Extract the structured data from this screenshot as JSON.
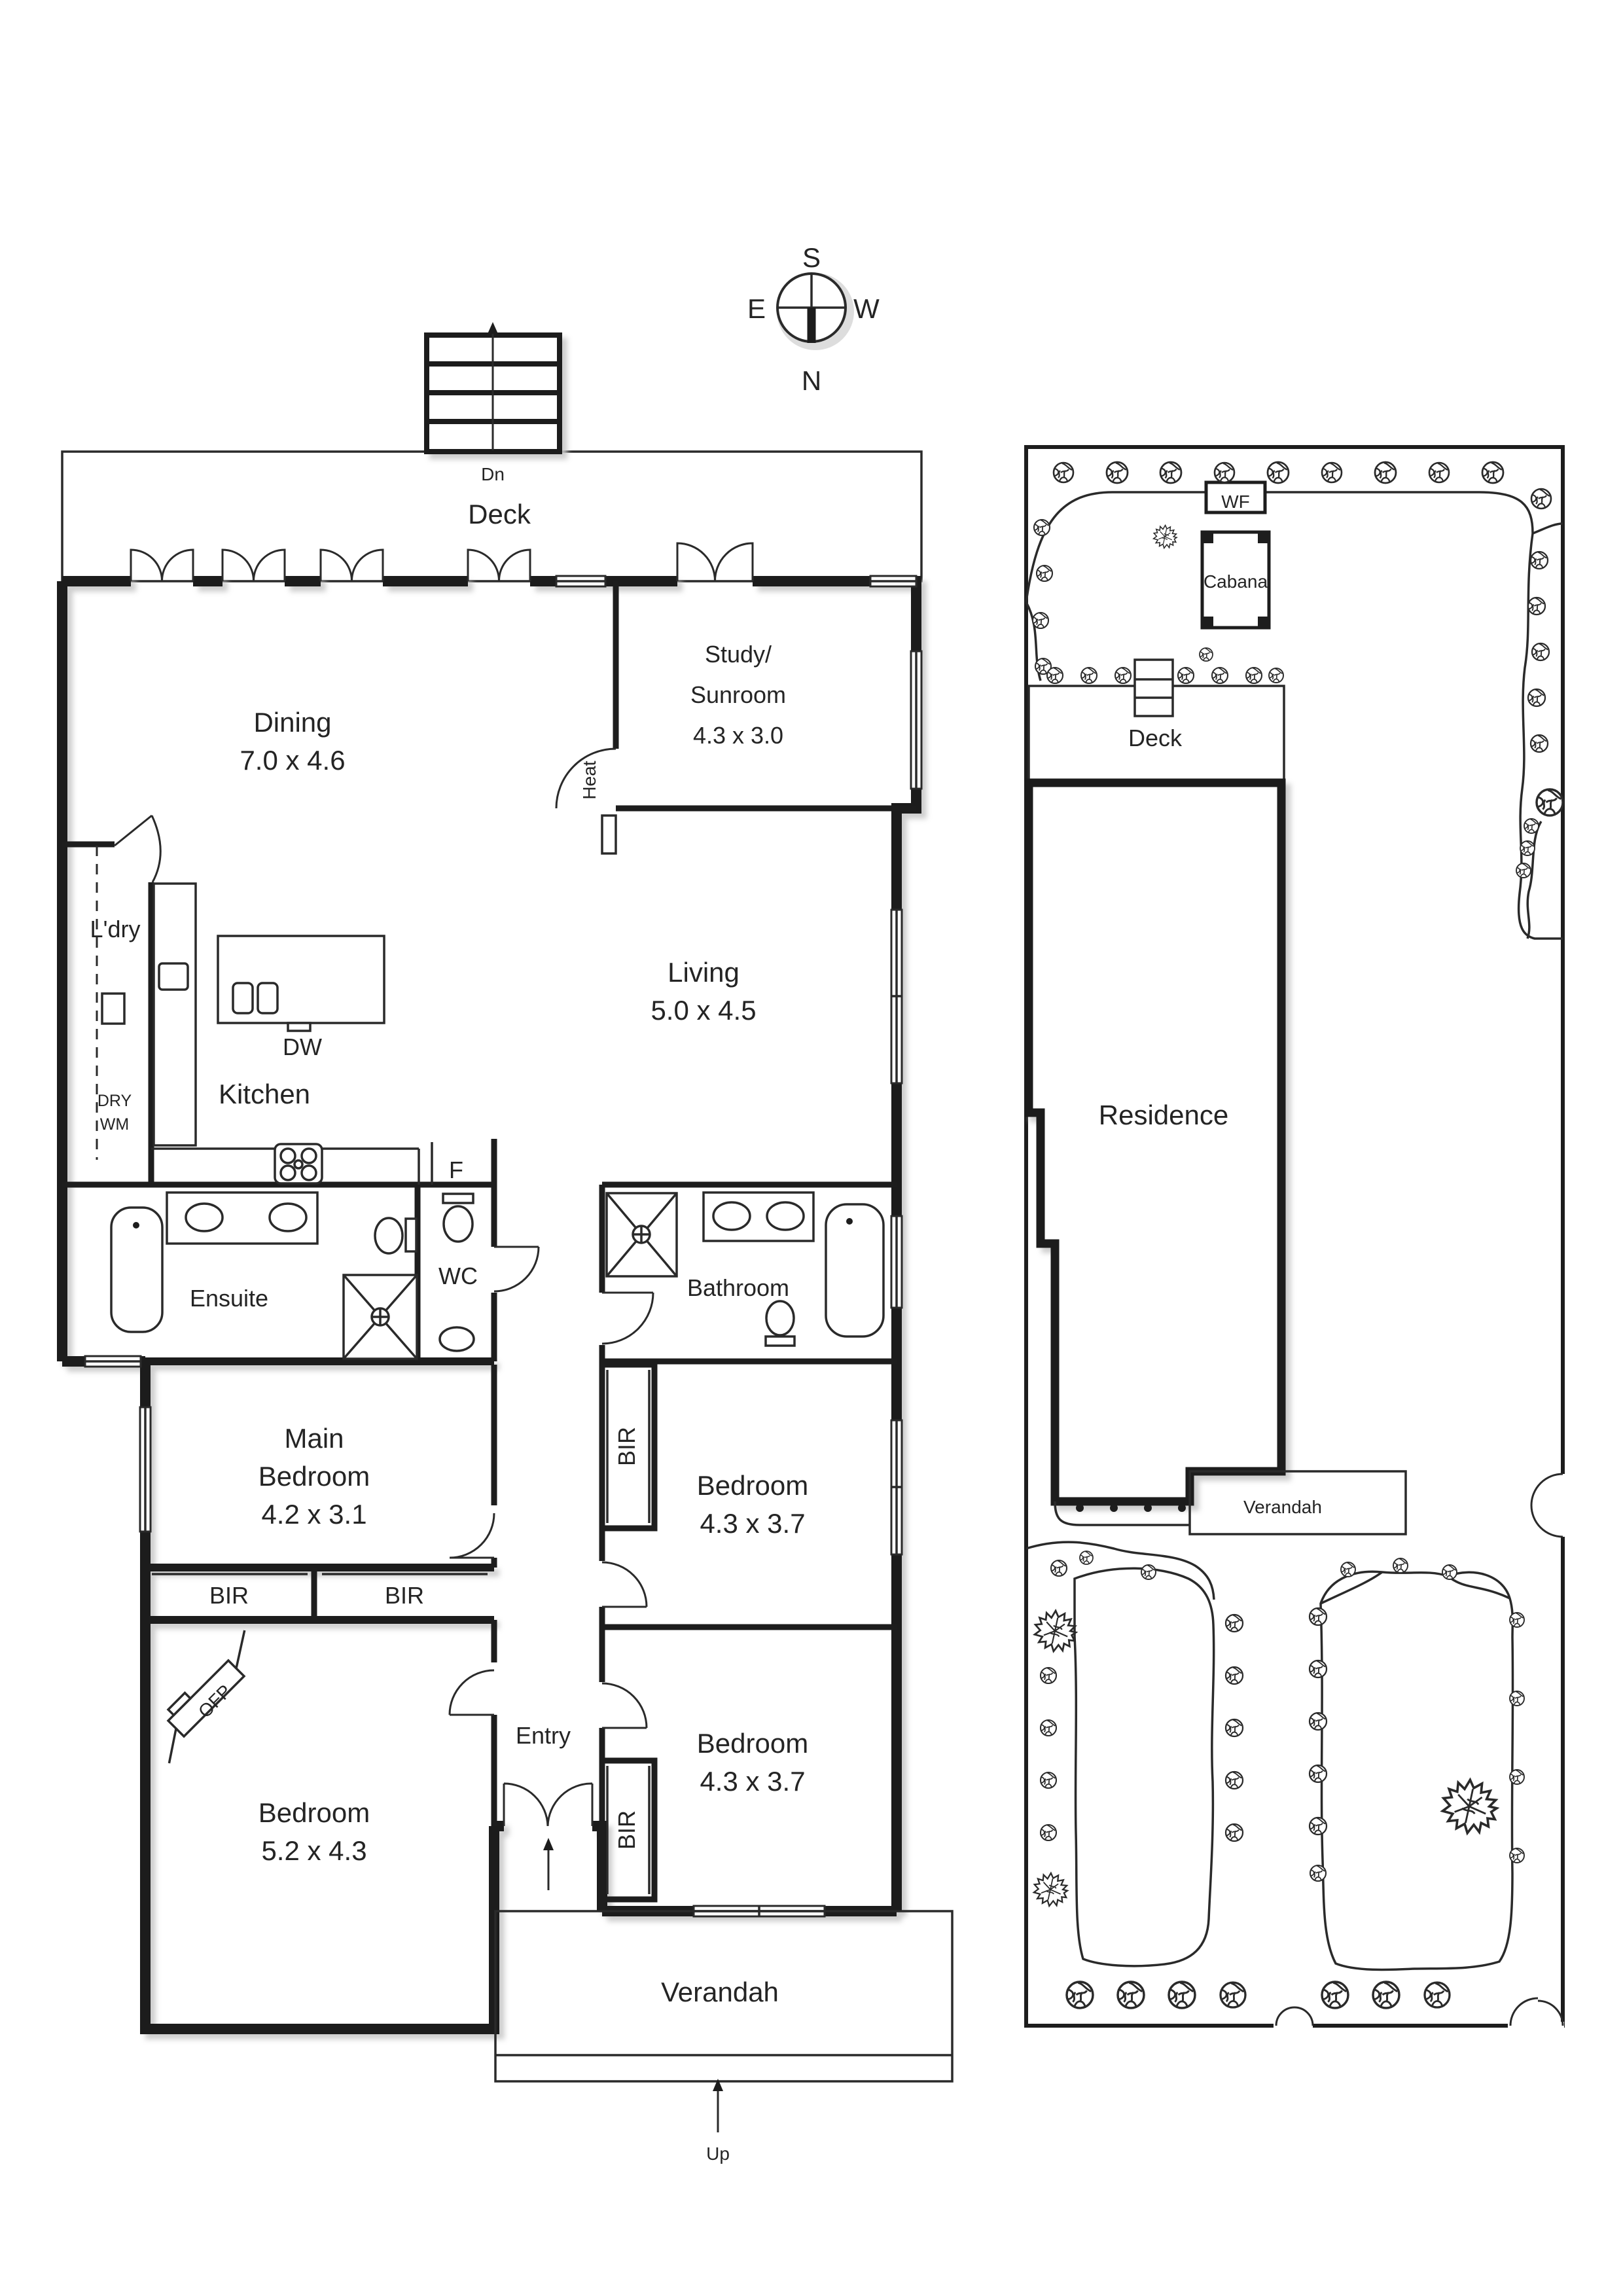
{
  "compass": {
    "top": "S",
    "right": "W",
    "bottom": "N",
    "left": "E"
  },
  "floor_plan": {
    "deck": {
      "label": "Deck",
      "stair_label": "Dn"
    },
    "dining": {
      "name": "Dining",
      "dims": "7.0 x 4.6"
    },
    "study": {
      "name_line1": "Study/",
      "name_line2": "Sunroom",
      "dims": "4.3 x 3.0"
    },
    "heater": "Heat",
    "living": {
      "name": "Living",
      "dims": "5.0 x 4.5"
    },
    "kitchen": {
      "name": "Kitchen",
      "dishwasher": "DW",
      "fridge": "F"
    },
    "laundry": {
      "name": "L'dry",
      "dryer": "DRY",
      "washer": "WM"
    },
    "ensuite": {
      "name": "Ensuite"
    },
    "wc": {
      "name": "WC"
    },
    "bathroom": {
      "name": "Bathroom"
    },
    "main_bedroom": {
      "line1": "Main",
      "line2": "Bedroom",
      "dims": "4.2 x 3.1"
    },
    "robe1": "BIR",
    "robe2": "BIR",
    "robe3": "BIR",
    "robe4": "BIR",
    "fireplace": "OFP",
    "entry": {
      "name": "Entry"
    },
    "bedroom_mid": {
      "name": "Bedroom",
      "dims": "4.3 x 3.7"
    },
    "bedroom_rear": {
      "name": "Bedroom",
      "dims": "4.3 x 3.7"
    },
    "bedroom_large": {
      "name": "Bedroom",
      "dims": "5.2 x 4.3"
    },
    "verandah": {
      "name": "Verandah",
      "stair_label": "Up"
    }
  },
  "site_plan": {
    "water_feature": "WF",
    "cabana": "Cabana",
    "deck": "Deck",
    "residence": "Residence",
    "verandah": "Verandah"
  }
}
